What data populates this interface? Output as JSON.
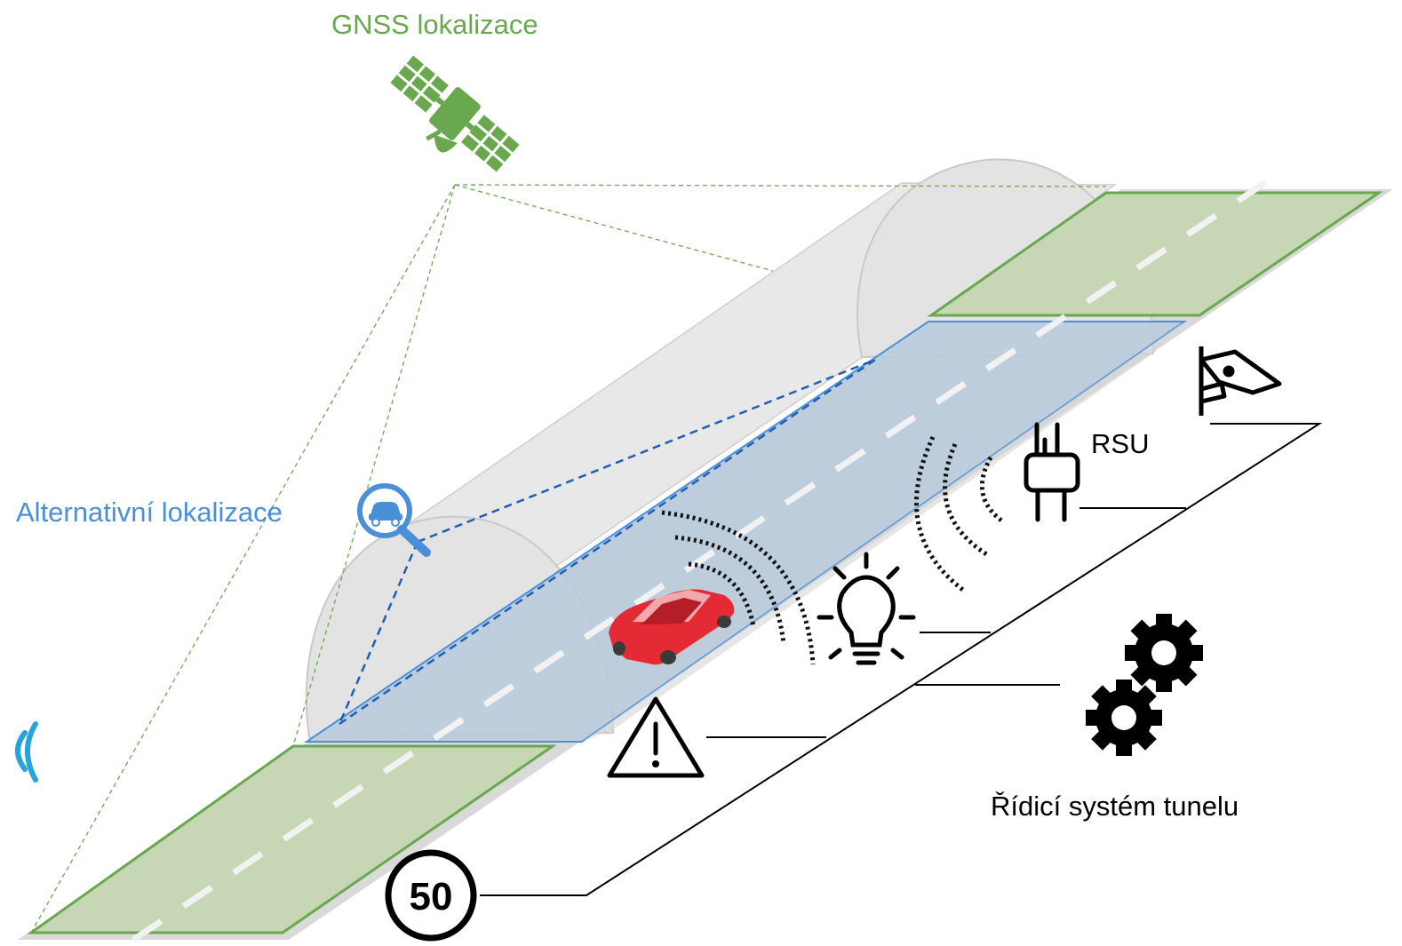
{
  "labels": {
    "gnss": "GNSS lokalizace",
    "alternative": "Alternativní lokalizace",
    "rsu": "RSU",
    "control_system": "Řídicí systém tunelu",
    "speed_limit": "50"
  },
  "icons": [
    "satellite-icon",
    "magnifier-car-icon",
    "car",
    "light-bulb-icon",
    "warning-sign-icon",
    "speed-limit-sign-icon",
    "rsu-antenna-icon",
    "camera-icon",
    "gears-icon",
    "wireless-signal-icon"
  ],
  "colors": {
    "gnss": "#6aa84f",
    "alternative": "#4a90d9",
    "road": "#d9d9d9",
    "tunnel": "#e6e6e6",
    "portal_area": "#c9d9b8",
    "tunnel_lane": "#b7c9dc",
    "car": "#e32a35",
    "signal": "#29a3dc",
    "text": "#000000"
  }
}
